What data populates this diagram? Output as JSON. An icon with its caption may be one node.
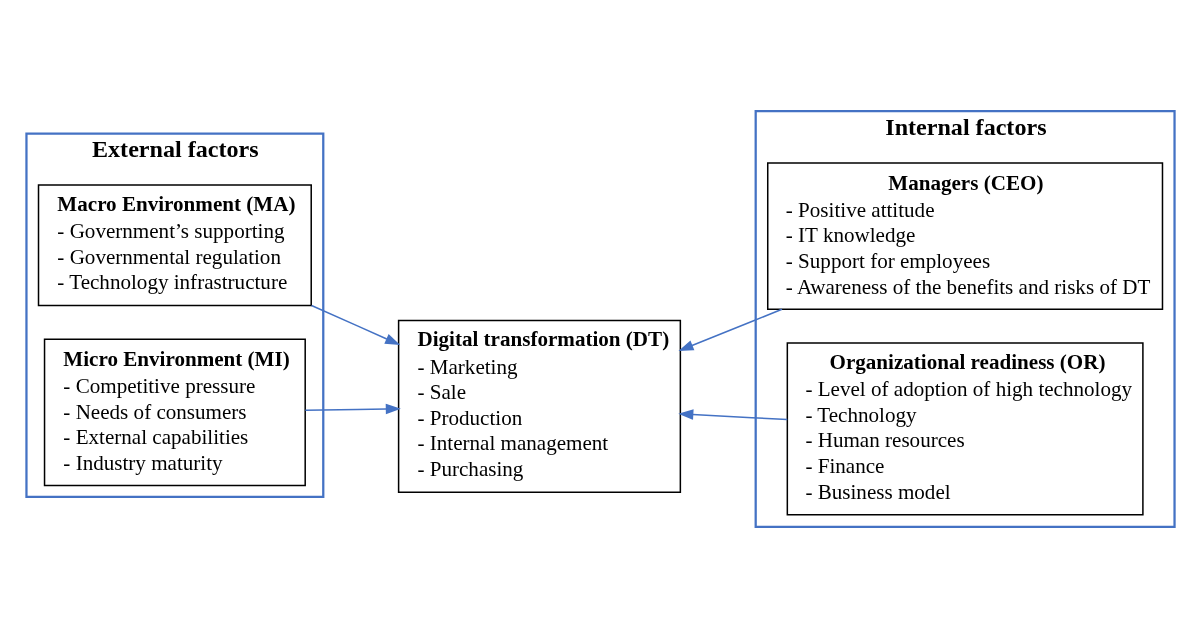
{
  "diagram": {
    "nodes": [
      {
        "text": [
          "External factors"
        ]
      },
      {
        "text": [
          "Macro Environment (MA)",
          "- Government’s supporting",
          "- Governmental regulation",
          "- Technology infrastructure"
        ],
        "in": 0
      },
      {
        "text": [
          "Micro Environment (MI)",
          "- Competitive pressure",
          "- Needs of consumers",
          "- External capabilities",
          "- Industry maturity"
        ],
        "in": 0
      },
      {
        "text": [
          "Digital transformation (DT)",
          "- Marketing",
          "- Sale",
          "- Production",
          "- Internal management",
          "- Purchasing"
        ]
      },
      {
        "text": [
          "Internal factors"
        ]
      },
      {
        "text": [
          "Managers (CEO)",
          "- Positive attitude",
          "- IT knowledge",
          "- Support for employees",
          "- Awareness of the benefits and risks of DT"
        ],
        "in": 4
      },
      {
        "text": [
          "Organizational readiness (OR)",
          "- Level of adoption of high technology",
          "- Technology",
          "- Human resources",
          "- Finance",
          "- Business model"
        ],
        "in": 4
      }
    ],
    "edges": [
      {
        "from": 1,
        "to": 3,
        "arrow": "to"
      },
      {
        "from": 2,
        "to": 3,
        "arrow": "to"
      },
      {
        "from": 5,
        "to": 3,
        "arrow": "to"
      },
      {
        "from": 6,
        "to": 3,
        "arrow": "to"
      }
    ]
  }
}
